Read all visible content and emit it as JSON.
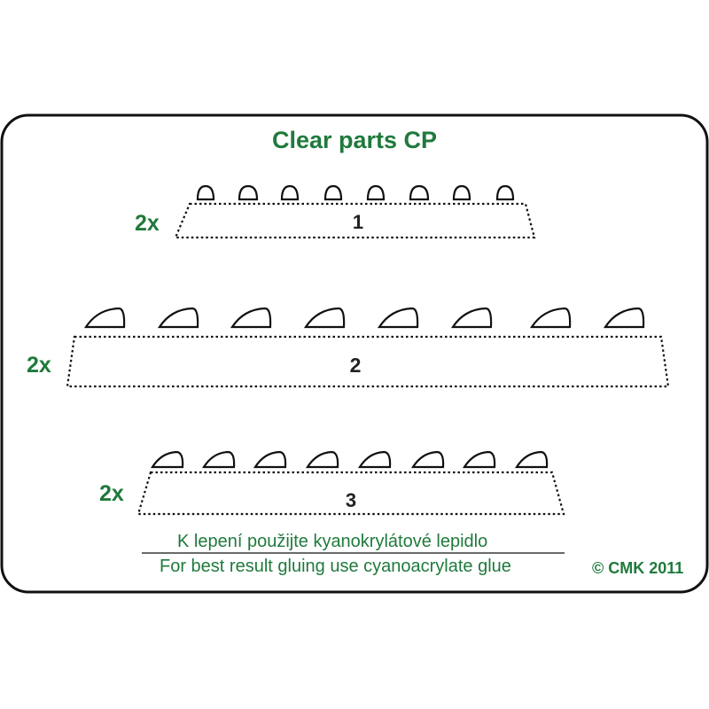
{
  "title": "Clear parts CP",
  "colors": {
    "green": "#1f7a3c",
    "line": "#111111",
    "background": "#ffffff"
  },
  "sprues": [
    {
      "number": "1",
      "quantity": "2x",
      "parts_count": 8,
      "part_shape": "small-dome"
    },
    {
      "number": "2",
      "quantity": "2x",
      "parts_count": 8,
      "part_shape": "wide-teardrop"
    },
    {
      "number": "3",
      "quantity": "2x",
      "parts_count": 8,
      "part_shape": "medium-dome"
    }
  ],
  "note_cz": "K lepení použijte kyanokrylátové lepidlo",
  "note_en": "For best result gluing use cyanoacrylate glue",
  "copyright": "© CMK 2011"
}
